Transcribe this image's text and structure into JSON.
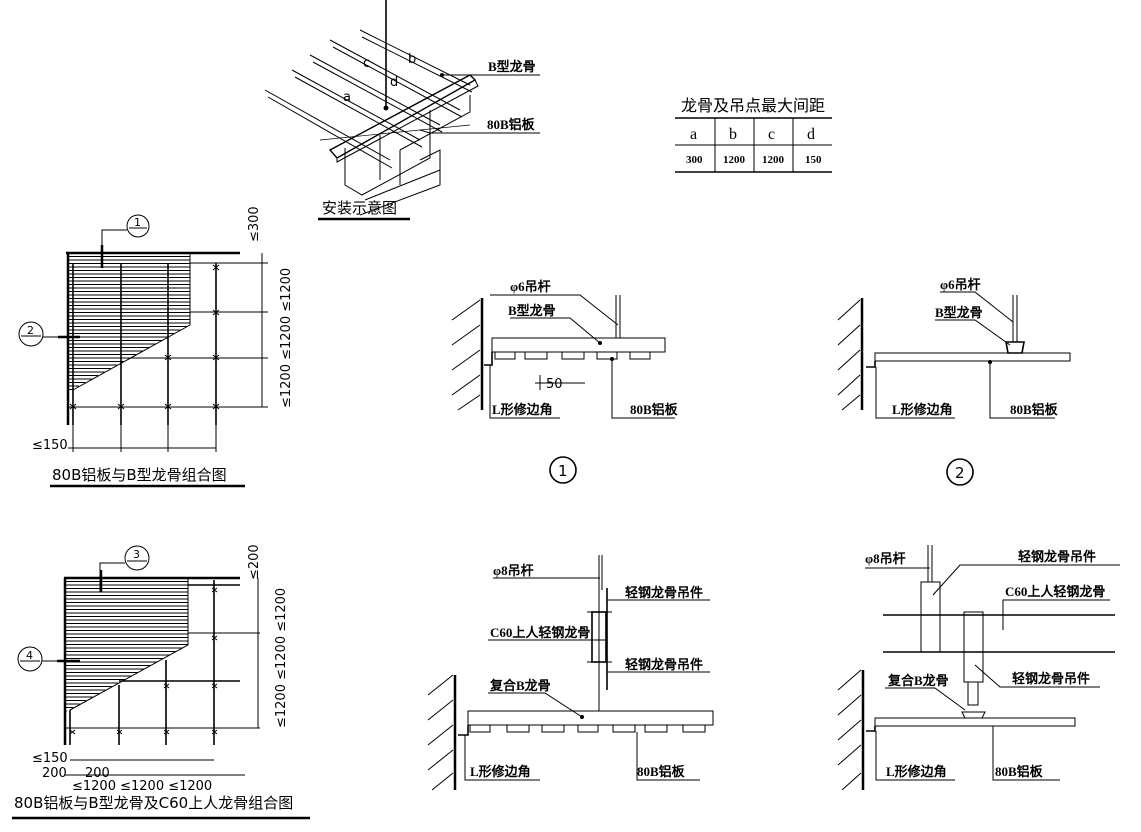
{
  "install_diagram": {
    "title": "安装示意图",
    "labels": {
      "b_keel": "B型龙骨",
      "panel": "80B铝板",
      "a": "a",
      "b": "b",
      "c": "c",
      "d": "d"
    }
  },
  "spacing_table": {
    "title": "龙骨及吊点最大间距",
    "headers": [
      "a",
      "b",
      "c",
      "d"
    ],
    "values": [
      "300",
      "1200",
      "1200",
      "150"
    ]
  },
  "plan_1": {
    "title": "80B铝板与B型龙骨组合图",
    "callouts": [
      "1",
      "2"
    ],
    "dims": {
      "top": "≤300",
      "side": "≤1200 ≤1200 ≤1200",
      "edge": "≤150"
    }
  },
  "plan_2": {
    "title": "80B铝板与B型龙骨及C60上人龙骨组合图",
    "callouts": [
      "3",
      "4"
    ],
    "dims": {
      "top": "≤200",
      "side": "≤1200 ≤1200 ≤1200",
      "edge": "≤150",
      "edge2": "200",
      "bottom1": "200",
      "bottom2": "≤1200 ≤1200 ≤1200"
    }
  },
  "section_1": {
    "number": "1",
    "labels": {
      "rod": "φ6吊杆",
      "keel": "B型龙骨",
      "trim": "L形修边角",
      "panel": "80B铝板",
      "dim": "50"
    }
  },
  "section_2": {
    "number": "2",
    "labels": {
      "rod": "φ6吊杆",
      "keel": "B型龙骨",
      "trim": "L形修边角",
      "panel": "80B铝板"
    }
  },
  "section_3": {
    "labels": {
      "rod": "φ8吊杆",
      "hanger_top": "轻钢龙骨吊件",
      "c60": "C60上人轻钢龙骨",
      "hanger_bottom": "轻钢龙骨吊件",
      "keel": "复合B龙骨",
      "trim": "L形修边角",
      "panel": "80B铝板"
    }
  },
  "section_4": {
    "labels": {
      "rod": "φ8吊杆",
      "hanger_top": "轻钢龙骨吊件",
      "c60": "C60上人轻钢龙骨",
      "hanger_bottom": "轻钢龙骨吊件",
      "keel": "复合B龙骨",
      "trim": "L形修边角",
      "panel": "80B铝板"
    }
  }
}
